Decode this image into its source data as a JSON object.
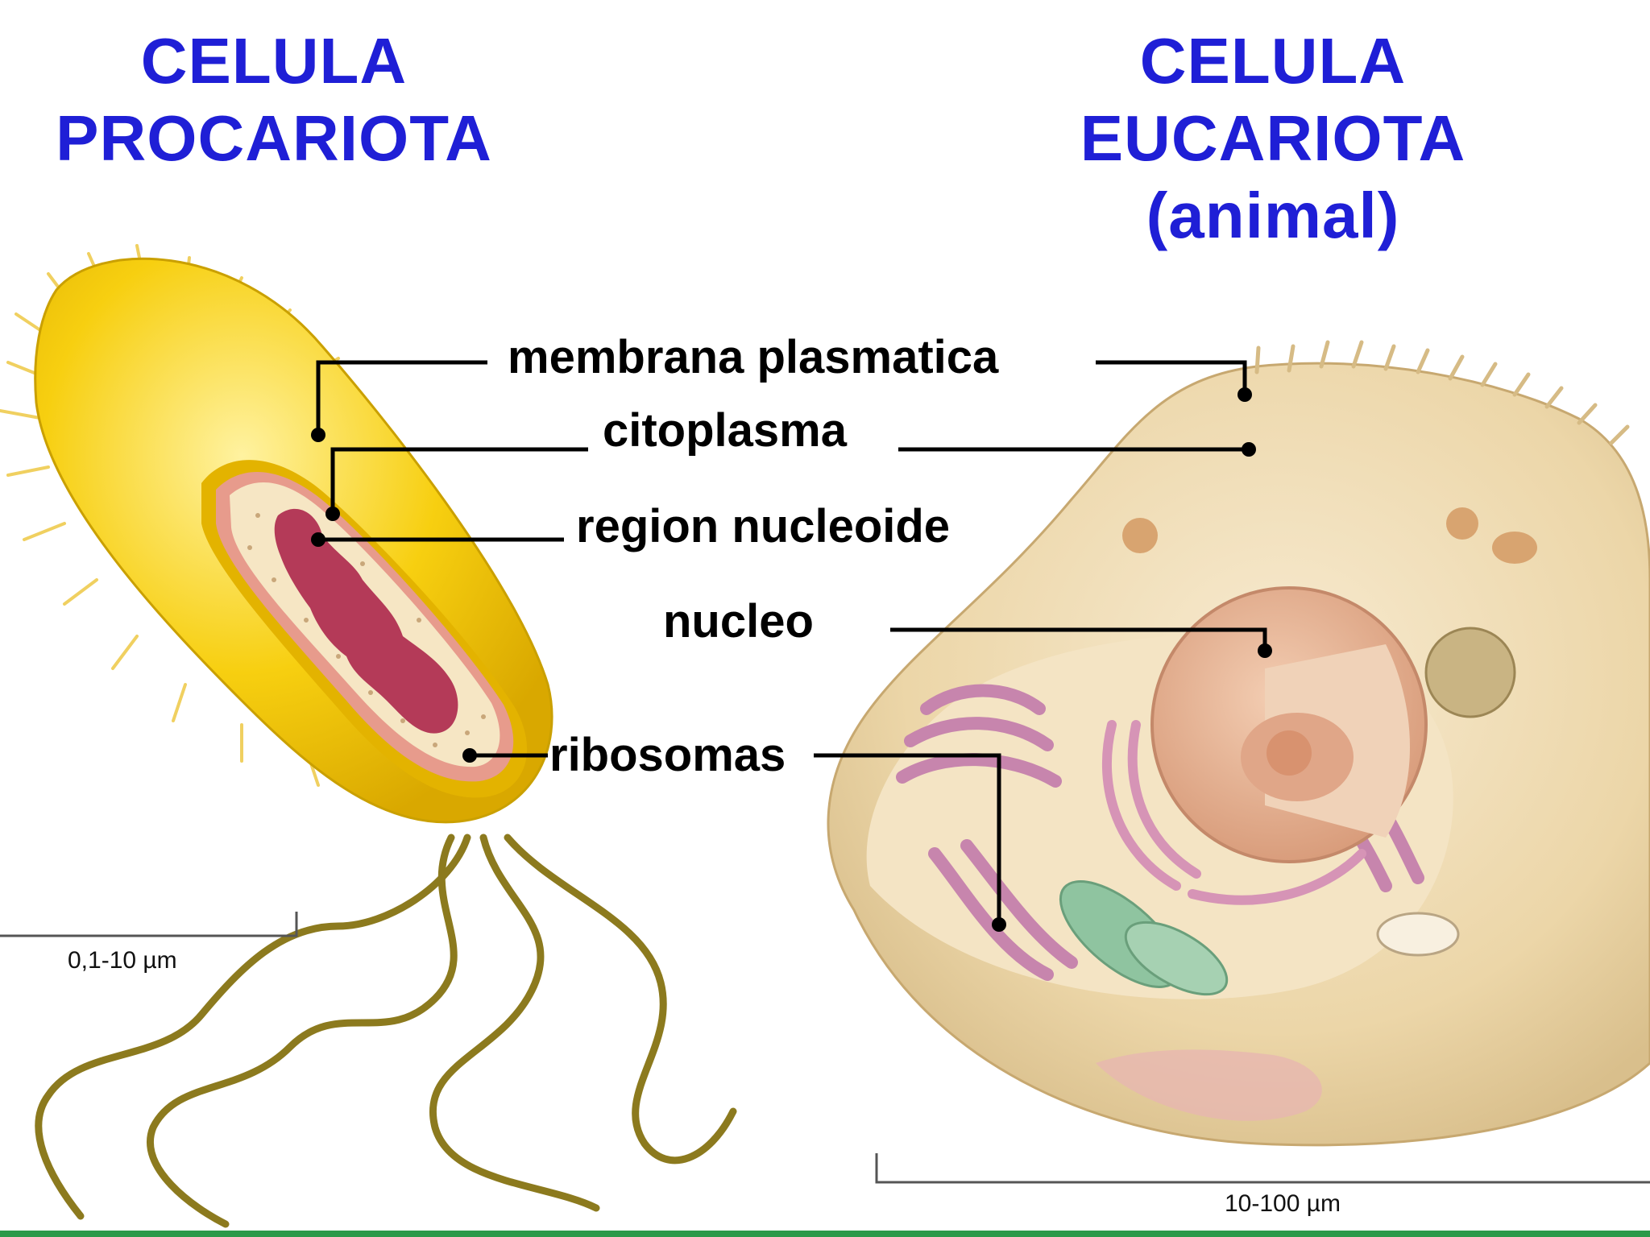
{
  "titles": {
    "prokaryote": {
      "line1": "CELULA",
      "line2": "PROCARIOTA"
    },
    "eukaryote": {
      "line1": "CELULA",
      "line2": "EUCARIOTA",
      "line3": "(animal)"
    }
  },
  "labels": {
    "membrane": "membrana plasmatica",
    "cytoplasm": "citoplasma",
    "nucleoid": "region nucleoide",
    "nucleus": "nucleo",
    "ribosomes": "ribosomas"
  },
  "scales": {
    "prokaryote": "0,1-10 µm",
    "eukaryote": "10-100 µm"
  },
  "colors": {
    "title": "#1f1fd6",
    "bacterium_capsule": "#f5c800",
    "bacterium_wall": "#e0b400",
    "bacterium_membrane": "#e89a8a",
    "bacterium_cytoplasm": "#f6e8c8",
    "nucleoid": "#b83a55",
    "flagella": "#8a7a1a",
    "animal_cell": "#efdcb4",
    "nucleus": "#e8b89a",
    "golgi": "#c989b0",
    "mitochondria": "#8fc4a0"
  }
}
